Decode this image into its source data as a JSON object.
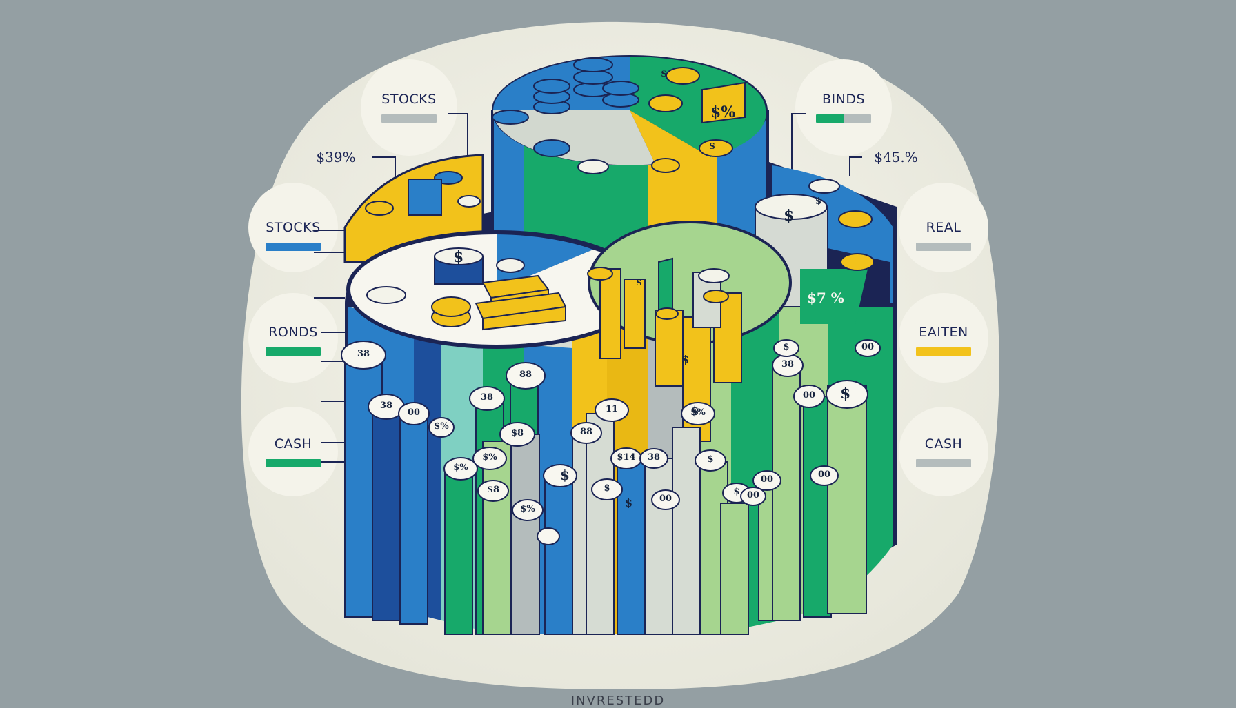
{
  "labels": {
    "left": [
      {
        "text": "STOCKS",
        "swatch": "#b4bcbc"
      },
      {
        "text": "STOCKS",
        "swatch": "#2a7fc8"
      },
      {
        "text": "RONDS",
        "swatch": "#17a96a"
      },
      {
        "text": "CASH",
        "swatch": "#17a96a"
      }
    ],
    "right": [
      {
        "text": "BINDS",
        "swatch": "#17a96a"
      },
      {
        "text": "REAL",
        "swatch": "#b4bcbc"
      },
      {
        "text": "EAITEN",
        "swatch": "#f2c21b"
      },
      {
        "text": "CASH",
        "swatch": "#b4bcbc"
      }
    ]
  },
  "percent_left": "$39%",
  "percent_right": "$45.%",
  "sector_pct_blue": "$ %",
  "sector_pct_green": "$7 %",
  "top_badge": "$%",
  "footer": "INVRESTEDD",
  "coin_texts": [
    "$",
    "$",
    "$",
    "$",
    "$",
    "$",
    "$",
    "$",
    "$",
    "$",
    "$"
  ],
  "pill_texts": [
    "38",
    "38",
    "00",
    "$%",
    "38",
    "88",
    "$8",
    "$%",
    "$%",
    "$8",
    "$%",
    "11",
    "88",
    "$14",
    "38",
    "$%",
    "$",
    "$",
    "00",
    "00",
    "00",
    "00",
    "38",
    "$",
    "00",
    "00",
    "$"
  ],
  "colors": {
    "background": "#949fa3",
    "blob": "#f1f0e6",
    "blue": "#2a7fc8",
    "green": "#17a96a",
    "yellow": "#f2c21b",
    "gray": "#b4bcbc",
    "lightgreen": "#a6d58f",
    "navy": "#1b2454"
  }
}
